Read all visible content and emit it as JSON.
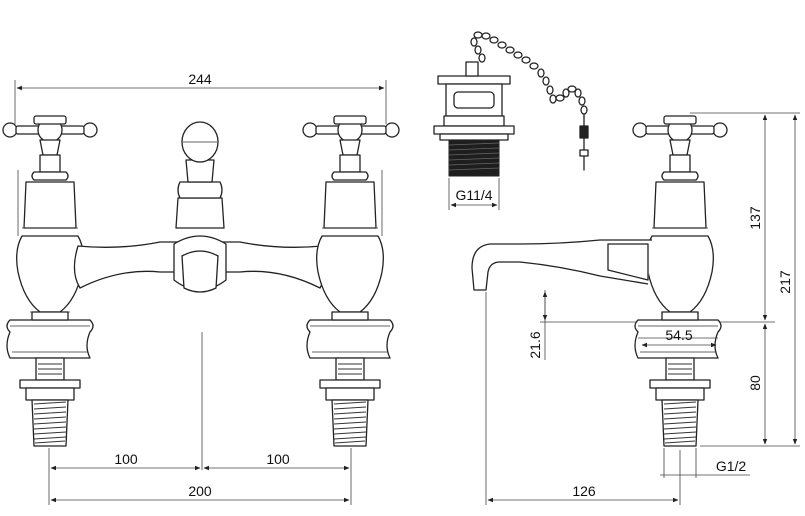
{
  "dimensions": {
    "overall_width": "244",
    "centre_left": "100",
    "centre_right": "100",
    "centre_total": "200",
    "waste_thread": "G11/4",
    "height_upper": "137",
    "height_total": "217",
    "spout_clearance": "21.6",
    "body_width": "54.5",
    "tail_length": "80",
    "spout_reach": "126",
    "tail_thread": "G1/2"
  }
}
